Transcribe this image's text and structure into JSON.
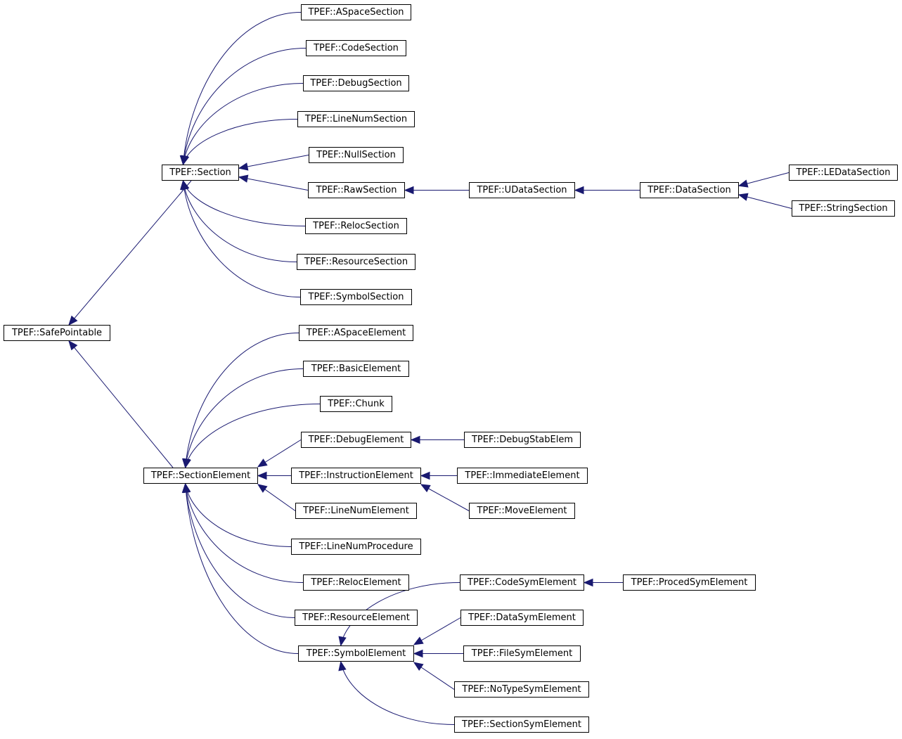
{
  "diagram": {
    "colors": {
      "edge": "#191970",
      "border": "#000000",
      "background": "#ffffff"
    },
    "nodes": [
      {
        "id": "safepointable",
        "label": "TPEF::SafePointable"
      },
      {
        "id": "section",
        "label": "TPEF::Section"
      },
      {
        "id": "sectionelement",
        "label": "TPEF::SectionElement"
      },
      {
        "id": "aspacesection",
        "label": "TPEF::ASpaceSection"
      },
      {
        "id": "codesection",
        "label": "TPEF::CodeSection"
      },
      {
        "id": "debugsection",
        "label": "TPEF::DebugSection"
      },
      {
        "id": "linenumsection",
        "label": "TPEF::LineNumSection"
      },
      {
        "id": "nullsection",
        "label": "TPEF::NullSection"
      },
      {
        "id": "rawsection",
        "label": "TPEF::RawSection"
      },
      {
        "id": "relocsection",
        "label": "TPEF::RelocSection"
      },
      {
        "id": "resourcesection",
        "label": "TPEF::ResourceSection"
      },
      {
        "id": "symbolsection",
        "label": "TPEF::SymbolSection"
      },
      {
        "id": "udatasection",
        "label": "TPEF::UDataSection"
      },
      {
        "id": "datasection",
        "label": "TPEF::DataSection"
      },
      {
        "id": "ledatasection",
        "label": "TPEF::LEDataSection"
      },
      {
        "id": "stringsection",
        "label": "TPEF::StringSection"
      },
      {
        "id": "aspaceelement",
        "label": "TPEF::ASpaceElement"
      },
      {
        "id": "basicelement",
        "label": "TPEF::BasicElement"
      },
      {
        "id": "chunk",
        "label": "TPEF::Chunk"
      },
      {
        "id": "debugelement",
        "label": "TPEF::DebugElement"
      },
      {
        "id": "instructionelement",
        "label": "TPEF::InstructionElement"
      },
      {
        "id": "linenumelement",
        "label": "TPEF::LineNumElement"
      },
      {
        "id": "linenumprocedure",
        "label": "TPEF::LineNumProcedure"
      },
      {
        "id": "relocelement",
        "label": "TPEF::RelocElement"
      },
      {
        "id": "resourceelement",
        "label": "TPEF::ResourceElement"
      },
      {
        "id": "symbolelement",
        "label": "TPEF::SymbolElement"
      },
      {
        "id": "debugstabelem",
        "label": "TPEF::DebugStabElem"
      },
      {
        "id": "immediateelement",
        "label": "TPEF::ImmediateElement"
      },
      {
        "id": "moveelement",
        "label": "TPEF::MoveElement"
      },
      {
        "id": "codesymelement",
        "label": "TPEF::CodeSymElement"
      },
      {
        "id": "datasymelement",
        "label": "TPEF::DataSymElement"
      },
      {
        "id": "filesymelement",
        "label": "TPEF::FileSymElement"
      },
      {
        "id": "notypesymelement",
        "label": "TPEF::NoTypeSymElement"
      },
      {
        "id": "sectionsymelement",
        "label": "TPEF::SectionSymElement"
      },
      {
        "id": "procedsymelement",
        "label": "TPEF::ProcedSymElement"
      }
    ],
    "edges": [
      {
        "from": "section",
        "to": "safepointable"
      },
      {
        "from": "sectionelement",
        "to": "safepointable"
      },
      {
        "from": "aspacesection",
        "to": "section"
      },
      {
        "from": "codesection",
        "to": "section"
      },
      {
        "from": "debugsection",
        "to": "section"
      },
      {
        "from": "linenumsection",
        "to": "section"
      },
      {
        "from": "nullsection",
        "to": "section"
      },
      {
        "from": "rawsection",
        "to": "section"
      },
      {
        "from": "relocsection",
        "to": "section"
      },
      {
        "from": "resourcesection",
        "to": "section"
      },
      {
        "from": "symbolsection",
        "to": "section"
      },
      {
        "from": "udatasection",
        "to": "rawsection"
      },
      {
        "from": "datasection",
        "to": "udatasection"
      },
      {
        "from": "ledatasection",
        "to": "datasection"
      },
      {
        "from": "stringsection",
        "to": "datasection"
      },
      {
        "from": "aspaceelement",
        "to": "sectionelement"
      },
      {
        "from": "basicelement",
        "to": "sectionelement"
      },
      {
        "from": "chunk",
        "to": "sectionelement"
      },
      {
        "from": "debugelement",
        "to": "sectionelement"
      },
      {
        "from": "instructionelement",
        "to": "sectionelement"
      },
      {
        "from": "linenumelement",
        "to": "sectionelement"
      },
      {
        "from": "linenumprocedure",
        "to": "sectionelement"
      },
      {
        "from": "relocelement",
        "to": "sectionelement"
      },
      {
        "from": "resourceelement",
        "to": "sectionelement"
      },
      {
        "from": "symbolelement",
        "to": "sectionelement"
      },
      {
        "from": "debugstabelem",
        "to": "debugelement"
      },
      {
        "from": "immediateelement",
        "to": "instructionelement"
      },
      {
        "from": "moveelement",
        "to": "instructionelement"
      },
      {
        "from": "codesymelement",
        "to": "symbolelement"
      },
      {
        "from": "datasymelement",
        "to": "symbolelement"
      },
      {
        "from": "filesymelement",
        "to": "symbolelement"
      },
      {
        "from": "notypesymelement",
        "to": "symbolelement"
      },
      {
        "from": "sectionsymelement",
        "to": "symbolelement"
      },
      {
        "from": "procedsymelement",
        "to": "codesymelement"
      }
    ]
  }
}
